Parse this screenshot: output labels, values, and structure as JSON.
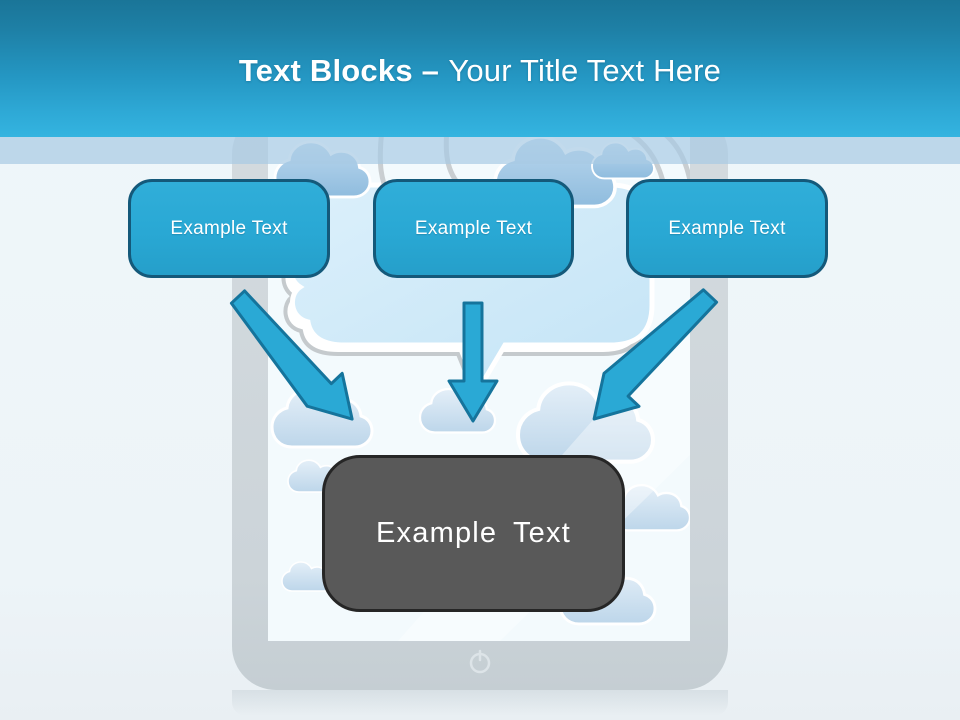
{
  "slide": {
    "title": {
      "bold": "Text Blocks –",
      "regular": "Your Title Text Here"
    },
    "text_blocks": [
      {
        "id": 1,
        "label": "Example Text"
      },
      {
        "id": 2,
        "label": "Example Text"
      },
      {
        "id": 3,
        "label": "Example Text"
      }
    ],
    "result_block": {
      "label": "Example Text"
    },
    "illustration": {
      "device": "tablet",
      "icons": [
        {
          "name": "cloud-icon",
          "glyph": "☁"
        },
        {
          "name": "speech-bubble-icon",
          "glyph": "💬"
        },
        {
          "name": "thumb-up-outline-icon",
          "glyph": "👍"
        },
        {
          "name": "power-icon",
          "glyph": "⏻"
        },
        {
          "name": "arrow-icon",
          "glyph": "➔"
        }
      ]
    },
    "colors": {
      "header_gradient_top": "#1a7598",
      "header_gradient_bottom": "#34b4e0",
      "accent_blue": "#2aaad5",
      "block_border": "#14597a",
      "band_blue": "#badaea",
      "result_gray": "#595959",
      "result_border": "#262626",
      "tablet_bezel": "#ced7db",
      "background": "#eef6fa"
    }
  }
}
